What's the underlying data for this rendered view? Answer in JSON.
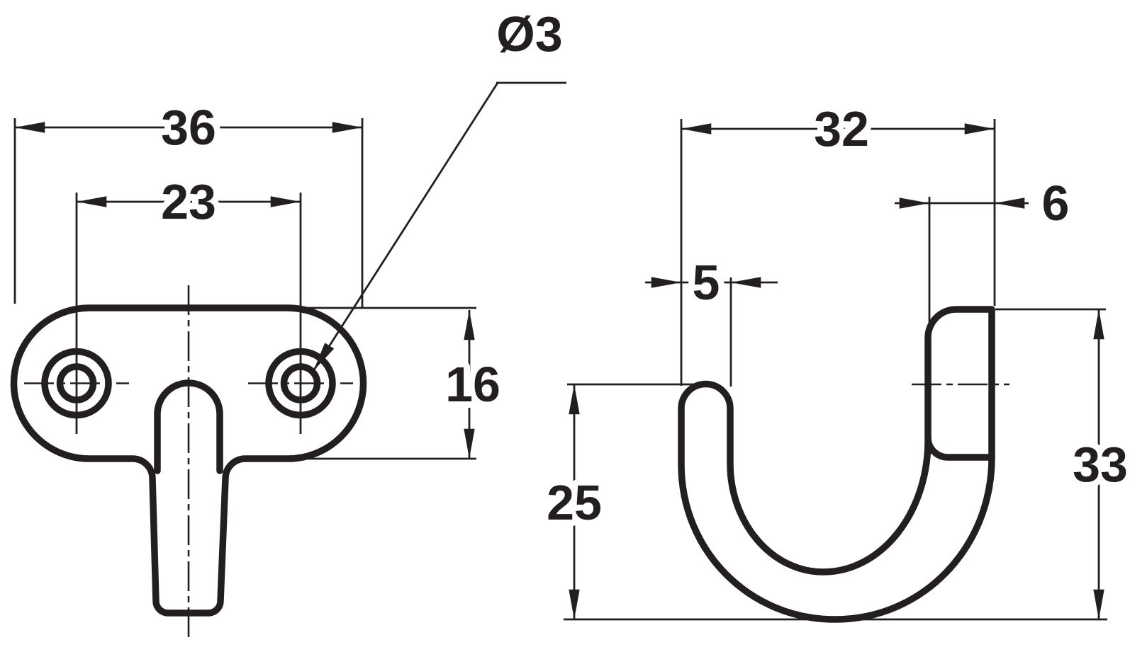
{
  "drawing": {
    "type": "technical-drawing",
    "subject": "single prong wall hook, front view and side profile view",
    "units": "mm",
    "colors": {
      "line": "#231f1f",
      "background": "#ffffff"
    },
    "views": {
      "front": {
        "dimensions": {
          "overall_width": "36",
          "hole_spacing": "23",
          "hole_diameter": "Ø3",
          "plate_height": "16"
        }
      },
      "side": {
        "dimensions": {
          "overall_depth": "32",
          "plate_thickness": "6",
          "tip_thickness": "5",
          "tip_height": "25",
          "overall_height": "33"
        }
      }
    }
  }
}
